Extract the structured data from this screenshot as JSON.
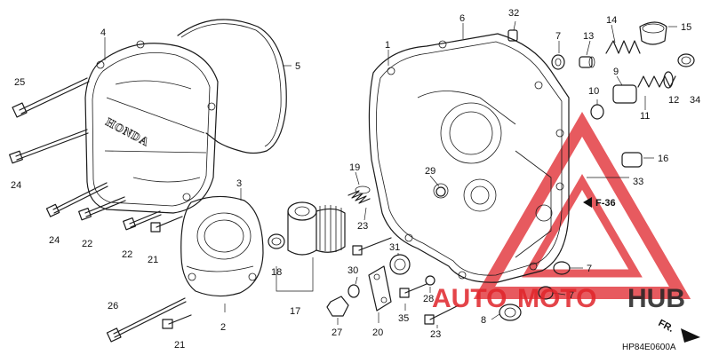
{
  "callouts": [
    {
      "id": "c1",
      "text": "1"
    },
    {
      "id": "c2",
      "text": "2"
    },
    {
      "id": "c3",
      "text": "3"
    },
    {
      "id": "c4",
      "text": "4"
    },
    {
      "id": "c5",
      "text": "5"
    },
    {
      "id": "c6",
      "text": "6"
    },
    {
      "id": "c7a",
      "text": "7"
    },
    {
      "id": "c7b",
      "text": "7"
    },
    {
      "id": "c7c",
      "text": "7"
    },
    {
      "id": "c8",
      "text": "8"
    },
    {
      "id": "c9",
      "text": "9"
    },
    {
      "id": "c10",
      "text": "10"
    },
    {
      "id": "c11",
      "text": "11"
    },
    {
      "id": "c12",
      "text": "12"
    },
    {
      "id": "c13",
      "text": "13"
    },
    {
      "id": "c14",
      "text": "14"
    },
    {
      "id": "c15",
      "text": "15"
    },
    {
      "id": "c16",
      "text": "16"
    },
    {
      "id": "c17",
      "text": "17"
    },
    {
      "id": "c18",
      "text": "18"
    },
    {
      "id": "c19",
      "text": "19"
    },
    {
      "id": "c20",
      "text": "20"
    },
    {
      "id": "c21a",
      "text": "21"
    },
    {
      "id": "c21b",
      "text": "21"
    },
    {
      "id": "c22a",
      "text": "22"
    },
    {
      "id": "c22b",
      "text": "22"
    },
    {
      "id": "c23a",
      "text": "23"
    },
    {
      "id": "c23b",
      "text": "23"
    },
    {
      "id": "c24a",
      "text": "24"
    },
    {
      "id": "c24b",
      "text": "24"
    },
    {
      "id": "c25",
      "text": "25"
    },
    {
      "id": "c26",
      "text": "26"
    },
    {
      "id": "c27",
      "text": "27"
    },
    {
      "id": "c28",
      "text": "28"
    },
    {
      "id": "c29",
      "text": "29"
    },
    {
      "id": "c30",
      "text": "30"
    },
    {
      "id": "c31",
      "text": "31"
    },
    {
      "id": "c32",
      "text": "32"
    },
    {
      "id": "c33",
      "text": "33"
    },
    {
      "id": "c34",
      "text": "34"
    },
    {
      "id": "c35",
      "text": "35"
    }
  ],
  "reference": "F-36",
  "brand_on_cover": "HONDA",
  "front_marker": "FR.",
  "diagram_code": "HP84E0600A",
  "watermark": {
    "text_part1": "AUTO",
    "text_part2": "MOTO",
    "text_part3": "HUB",
    "color_primary": "#e0242a",
    "color_secondary": "#222222"
  }
}
